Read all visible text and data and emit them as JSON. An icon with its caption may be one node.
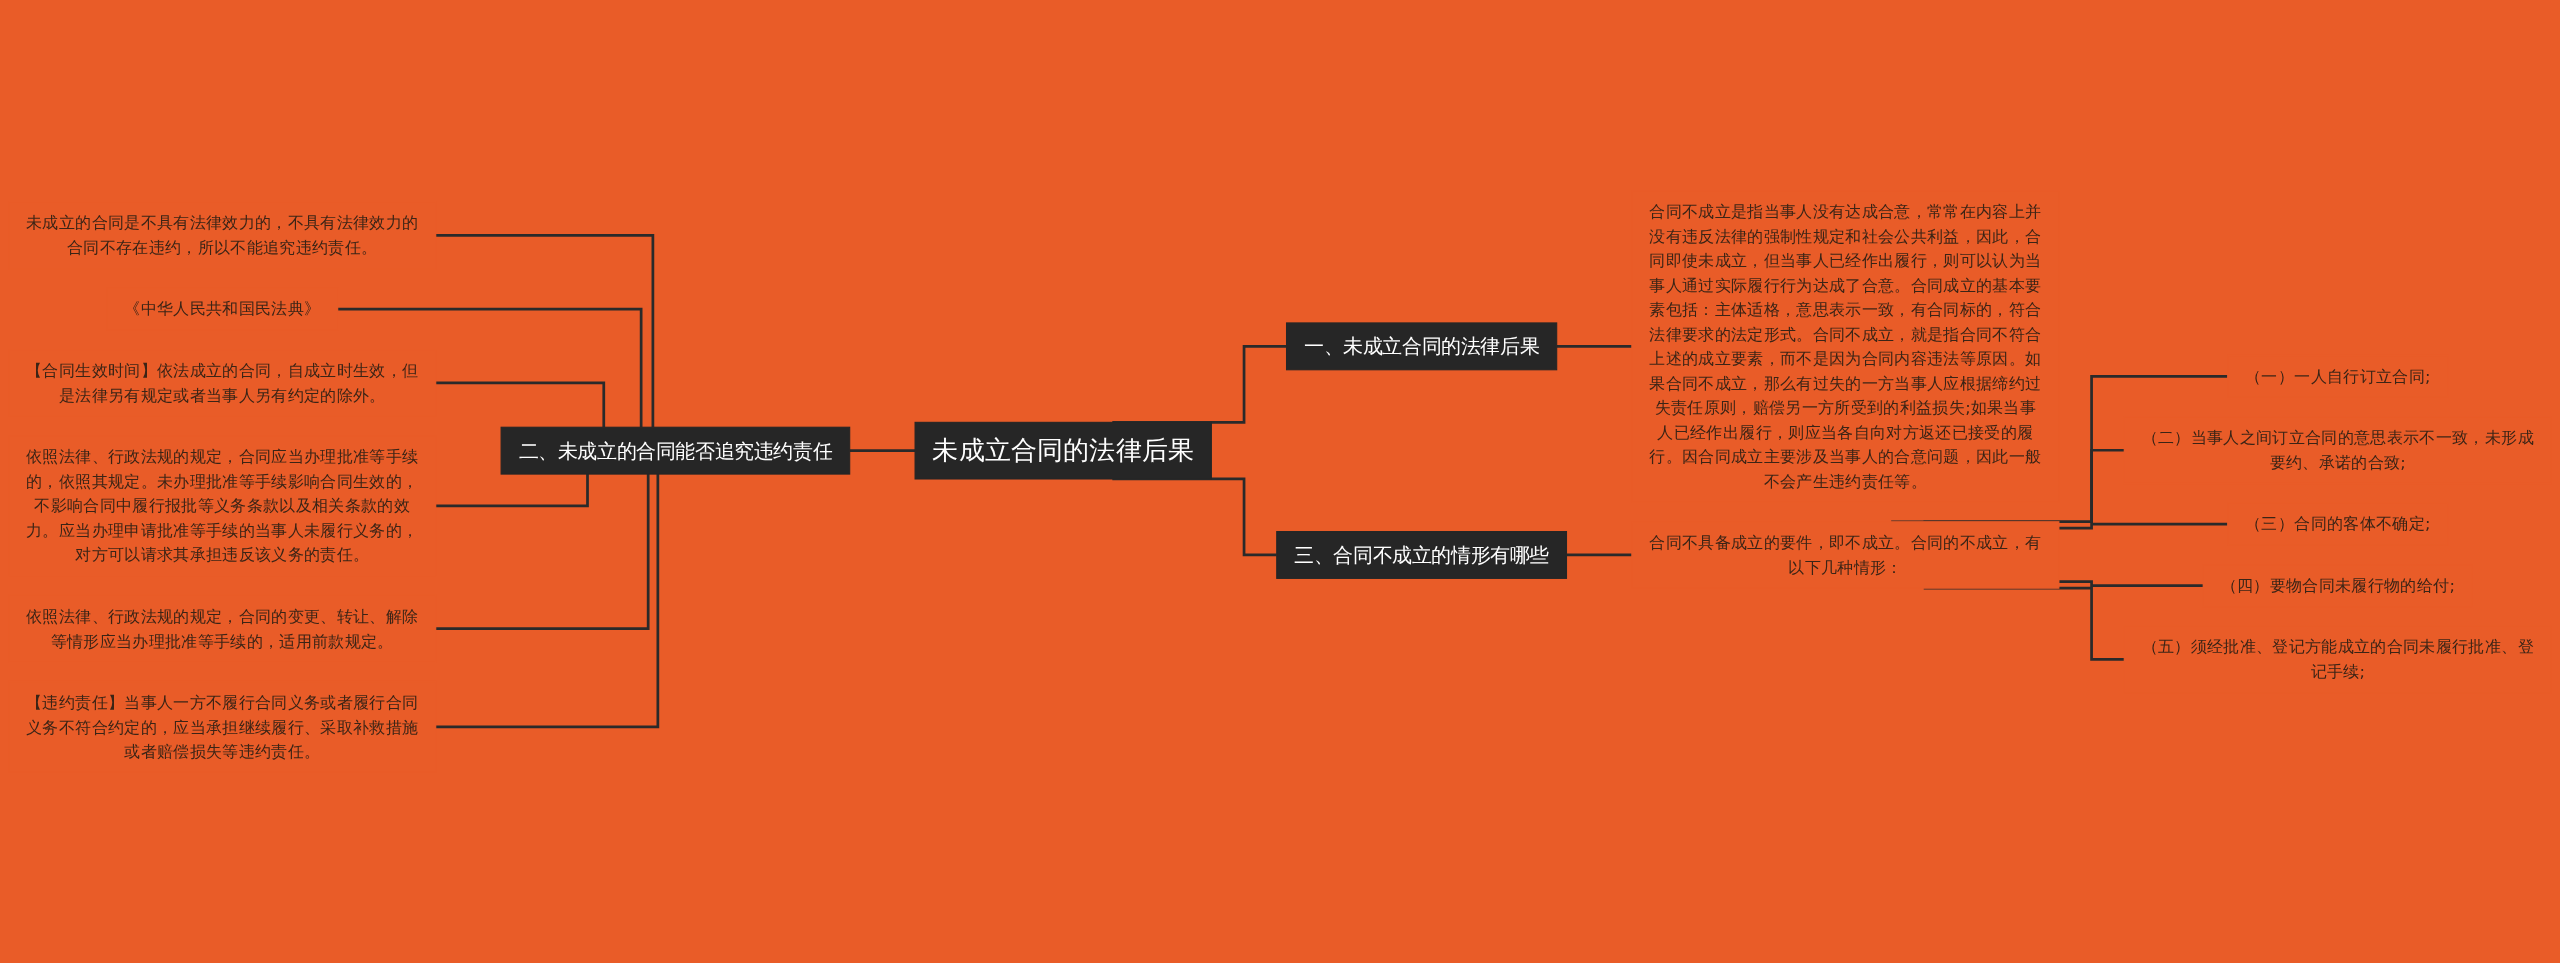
{
  "diagram": {
    "nodes": [
      {
        "text": [
          "未成立合同的法律后果"
        ]
      },
      {
        "text": [
          "一、未成立合同的法律后果"
        ]
      },
      {
        "text": [
          "合同不成立是指当事人没有达成合意，常常在内容上并没有违反法律的强制性规定和社会公共利益，因此，合同即使未成立，但当事人已经作出履行，则可以认为当事人通过实际履行行为达成了合意。合同成立的基本要素包括：主体适格，意思表示一致，有合同标的，符合法律要求的法定形式。合同不成立，就是指合同不符合上述的成立要素，而不是因为合同内容违法等原因。如果合同不成立，那么有过失的一方当事人应根据缔约过失责任原则，赔偿另一方所受到的利益损失;如果当事人已经作出履行，则应当各自向对方返还已接受的履行。因合同成立主要涉及当事人的合意问题，因此一般不会产生违约责任等。"
        ]
      },
      {
        "text": [
          "二、未成立的合同能否追究违约责任"
        ]
      },
      {
        "text": [
          "未成立的合同是不具有法律效力的，不具有法律效力的合同不存在违约，所以不能追究违约责任。"
        ]
      },
      {
        "text": [
          "《中华人民共和国民法典》"
        ]
      },
      {
        "text": [
          "【合同生效时间】依法成立的合同，自成立时生效，但是法律另有规定或者当事人另有约定的除外。"
        ]
      },
      {
        "text": [
          "依照法律、行政法规的规定，合同应当办理批准等手续的，依照其规定。未办理批准等手续影响合同生效的，不影响合同中履行报批等义务条款以及相关条款的效力。应当办理申请批准等手续的当事人未履行义务的，对方可以请求其承担违反该义务的责任。"
        ]
      },
      {
        "text": [
          "依照法律、行政法规的规定，合同的变更、转让、解除等情形应当办理批准等手续的，适用前款规定。"
        ]
      },
      {
        "text": [
          "【违约责任】当事人一方不履行合同义务或者履行合同义务不符合约定的，应当承担继续履行、采取补救措施或者赔偿损失等违约责任。"
        ]
      },
      {
        "text": [
          "三、合同不成立的情形有哪些"
        ]
      },
      {
        "text": [
          "合同不具备成立的要件，即不成立。合同的不成立，有以下几种情形："
        ]
      },
      {
        "text": [
          "（一）一人自行订立合同;"
        ]
      },
      {
        "text": [
          "（二）当事人之间订立合同的意思表示不一致，未形成要约、承诺的合致;"
        ]
      },
      {
        "text": [
          "（三）合同的客体不确定;"
        ]
      },
      {
        "text": [
          "（四）要物合同未履行物的给付;"
        ]
      },
      {
        "text": [
          "（五）须经批准、登记方能成立的合同未履行批准、登记手续;"
        ]
      }
    ],
    "edges": [
      {
        "from": 0,
        "to": 1,
        "arrow": "none"
      },
      {
        "from": 1,
        "to": 2,
        "arrow": "none"
      },
      {
        "from": 3,
        "to": 0,
        "arrow": "none"
      },
      {
        "from": 4,
        "to": 3,
        "arrow": "none"
      },
      {
        "from": 5,
        "to": 3,
        "arrow": "none"
      },
      {
        "from": 6,
        "to": 3,
        "arrow": "none"
      },
      {
        "from": 7,
        "to": 3,
        "arrow": "none"
      },
      {
        "from": 8,
        "to": 3,
        "arrow": "none"
      },
      {
        "from": 9,
        "to": 3,
        "arrow": "none"
      },
      {
        "from": 0,
        "to": 10,
        "arrow": "none"
      },
      {
        "from": 10,
        "to": 11,
        "arrow": "none"
      },
      {
        "from": 11,
        "to": 12,
        "arrow": "none"
      },
      {
        "from": 11,
        "to": 13,
        "arrow": "none"
      },
      {
        "from": 11,
        "to": 14,
        "arrow": "none"
      },
      {
        "from": 11,
        "to": 15,
        "arrow": "none"
      },
      {
        "from": 11,
        "to": 16,
        "arrow": "none"
      }
    ]
  }
}
